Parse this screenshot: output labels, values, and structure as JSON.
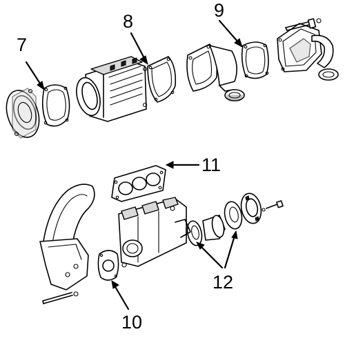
{
  "callouts": {
    "c7": "7",
    "c8": "8",
    "c9": "9",
    "c10": "10",
    "c11": "11",
    "c12": "12"
  },
  "colors": {
    "line": "#000000",
    "background": "#ffffff",
    "shade": "#d9d9d9"
  }
}
